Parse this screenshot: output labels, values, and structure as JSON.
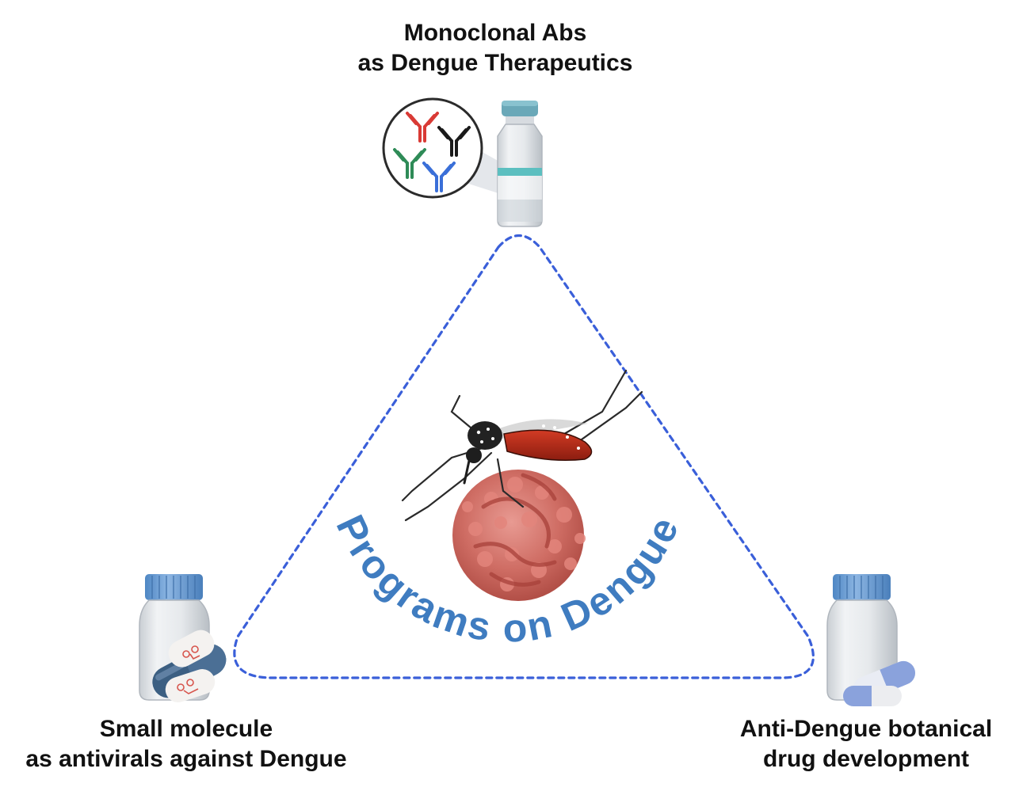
{
  "diagram": {
    "center_label": "Programs on Dengue",
    "nodes": {
      "top": {
        "line1": "Monoclonal Abs",
        "line2": "as Dengue Therapeutics"
      },
      "left": {
        "line1": "Small molecule",
        "line2": "as antivirals against Dengue"
      },
      "right": {
        "line1": "Anti-Dengue botanical",
        "line2": "drug development"
      }
    }
  },
  "colors": {
    "triangle_dash": "#3a5fd9",
    "center_label": "#3f7cc0",
    "antibody_red": "#d93a35",
    "antibody_black": "#1a1a1a",
    "antibody_green": "#2e8b57",
    "antibody_blue": "#3a6fd8",
    "vial_cap": "#6aa8b8",
    "vial_band": "#5cbfc0",
    "bottle_cap": "#6f9ed2",
    "capsule_dark": "#3c5f82",
    "capsule_light": "#8aa2dc",
    "mosquito_abdomen": "#b52a1a",
    "blood_cell": "#c8645c"
  },
  "icons": [
    "antibody-icon",
    "vial-icon",
    "mosquito-icon",
    "blood-cell-icon",
    "pill-bottle-icon",
    "capsule-icon"
  ]
}
